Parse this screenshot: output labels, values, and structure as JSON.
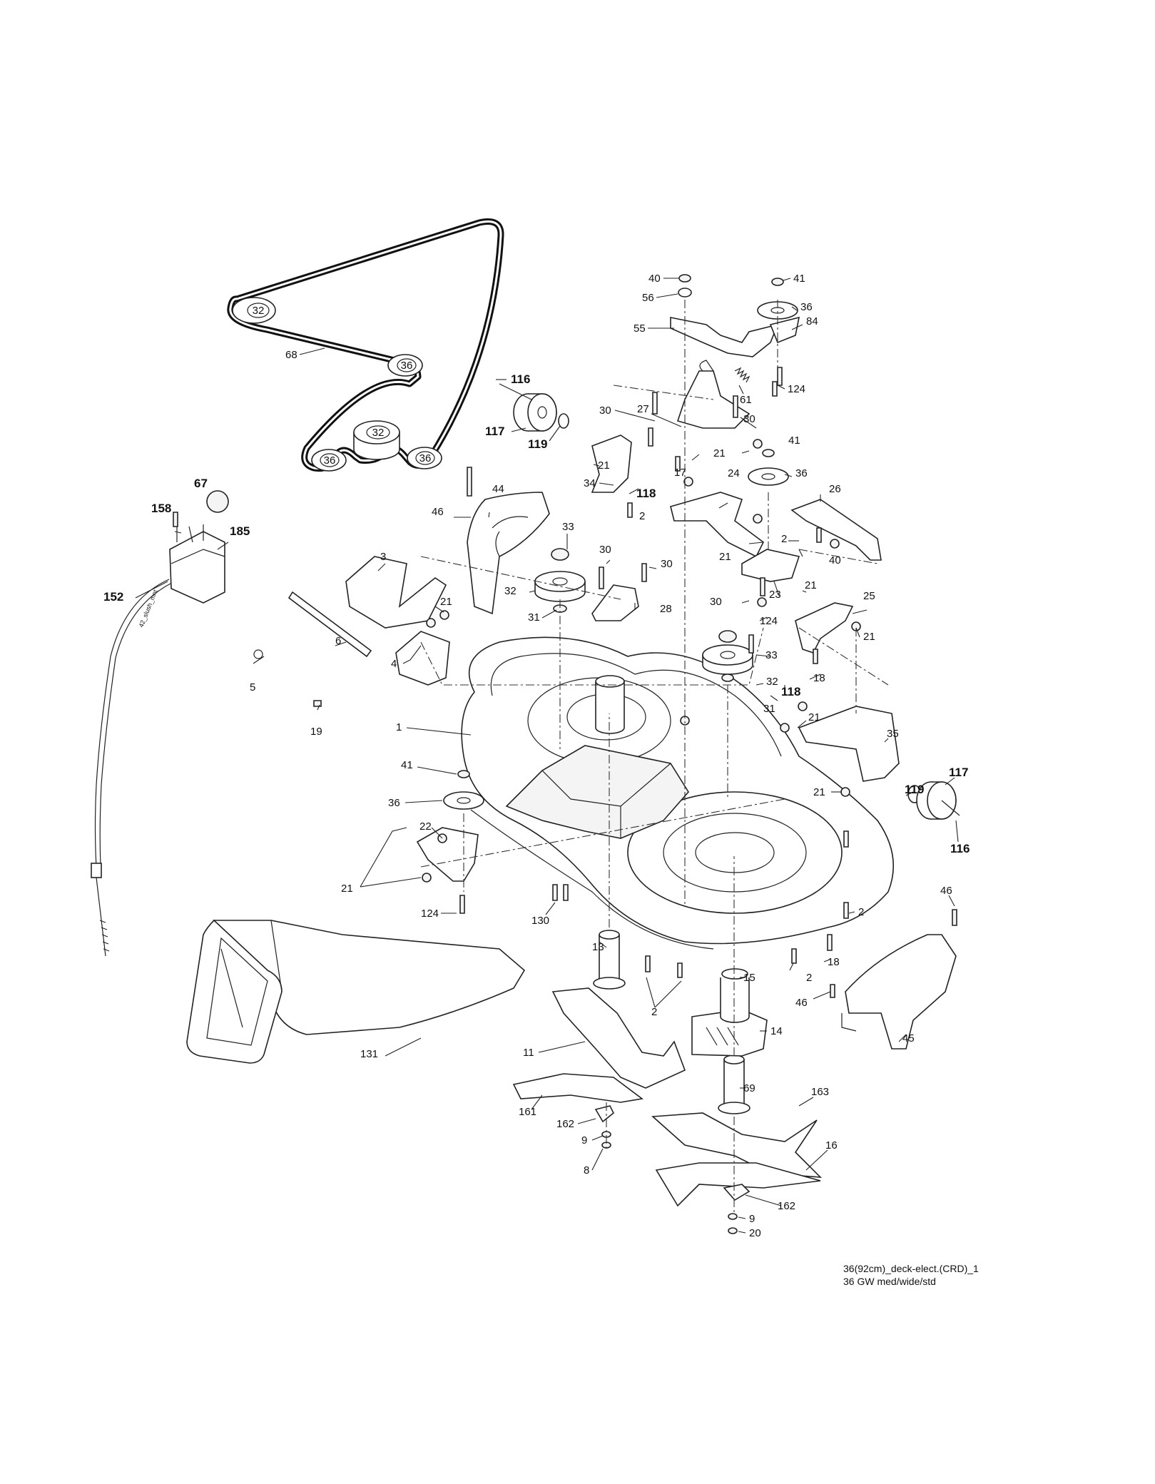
{
  "diagram": {
    "belt_pulley_labels": [
      "32",
      "36",
      "32",
      "36",
      "36"
    ],
    "labels": [
      {
        "id": "40",
        "text": "40"
      },
      {
        "id": "41a",
        "text": "41"
      },
      {
        "id": "56",
        "text": "56"
      },
      {
        "id": "36a",
        "text": "36"
      },
      {
        "id": "84",
        "text": "84"
      },
      {
        "id": "55",
        "text": "55"
      },
      {
        "id": "68",
        "text": "68"
      },
      {
        "id": "61",
        "text": "61"
      },
      {
        "id": "124a",
        "text": "124"
      },
      {
        "id": "116a",
        "text": "116"
      },
      {
        "id": "117a",
        "text": "117"
      },
      {
        "id": "119a",
        "text": "119"
      },
      {
        "id": "30a",
        "text": "30"
      },
      {
        "id": "27",
        "text": "27"
      },
      {
        "id": "30b",
        "text": "30"
      },
      {
        "id": "41b",
        "text": "41"
      },
      {
        "id": "21a",
        "text": "21"
      },
      {
        "id": "17",
        "text": "17"
      },
      {
        "id": "21b",
        "text": "21"
      },
      {
        "id": "36b",
        "text": "36"
      },
      {
        "id": "34",
        "text": "34"
      },
      {
        "id": "118a",
        "text": "118"
      },
      {
        "id": "24",
        "text": "24"
      },
      {
        "id": "67",
        "text": "67"
      },
      {
        "id": "46a",
        "text": "46"
      },
      {
        "id": "44",
        "text": "44"
      },
      {
        "id": "2a",
        "text": "2"
      },
      {
        "id": "26",
        "text": "26"
      },
      {
        "id": "158",
        "text": "158"
      },
      {
        "id": "185",
        "text": "185"
      },
      {
        "id": "33a",
        "text": "33"
      },
      {
        "id": "2b",
        "text": "2"
      },
      {
        "id": "21c",
        "text": "21"
      },
      {
        "id": "40b",
        "text": "40"
      },
      {
        "id": "3",
        "text": "3"
      },
      {
        "id": "30c",
        "text": "30"
      },
      {
        "id": "30d",
        "text": "30"
      },
      {
        "id": "32a",
        "text": "32"
      },
      {
        "id": "28",
        "text": "28"
      },
      {
        "id": "23",
        "text": "23"
      },
      {
        "id": "21d",
        "text": "21"
      },
      {
        "id": "152",
        "text": "152"
      },
      {
        "id": "21e",
        "text": "21"
      },
      {
        "id": "31a",
        "text": "31"
      },
      {
        "id": "30e",
        "text": "30"
      },
      {
        "id": "25",
        "text": "25"
      },
      {
        "id": "124b",
        "text": "124"
      },
      {
        "id": "21f",
        "text": "21"
      },
      {
        "id": "6",
        "text": "6"
      },
      {
        "id": "33b",
        "text": "33"
      },
      {
        "id": "18a",
        "text": "18"
      },
      {
        "id": "5",
        "text": "5"
      },
      {
        "id": "4",
        "text": "4"
      },
      {
        "id": "32b",
        "text": "32"
      },
      {
        "id": "118b",
        "text": "118"
      },
      {
        "id": "31b",
        "text": "31"
      },
      {
        "id": "19",
        "text": "19"
      },
      {
        "id": "21g",
        "text": "21"
      },
      {
        "id": "1",
        "text": "1"
      },
      {
        "id": "35",
        "text": "35"
      },
      {
        "id": "21h",
        "text": "21"
      },
      {
        "id": "119b",
        "text": "119"
      },
      {
        "id": "117b",
        "text": "117"
      },
      {
        "id": "41c",
        "text": "41"
      },
      {
        "id": "36c",
        "text": "36"
      },
      {
        "id": "116b",
        "text": "116"
      },
      {
        "id": "22",
        "text": "22"
      },
      {
        "id": "21i",
        "text": "21"
      },
      {
        "id": "46b",
        "text": "46"
      },
      {
        "id": "124c",
        "text": "124"
      },
      {
        "id": "130",
        "text": "130"
      },
      {
        "id": "2c",
        "text": "2"
      },
      {
        "id": "13",
        "text": "13"
      },
      {
        "id": "15",
        "text": "15"
      },
      {
        "id": "2d",
        "text": "2"
      },
      {
        "id": "18b",
        "text": "18"
      },
      {
        "id": "46c",
        "text": "46"
      },
      {
        "id": "2e",
        "text": "2"
      },
      {
        "id": "14",
        "text": "14"
      },
      {
        "id": "45",
        "text": "45"
      },
      {
        "id": "131",
        "text": "131"
      },
      {
        "id": "11",
        "text": "11"
      },
      {
        "id": "69",
        "text": "69"
      },
      {
        "id": "163",
        "text": "163"
      },
      {
        "id": "161",
        "text": "161"
      },
      {
        "id": "162a",
        "text": "162"
      },
      {
        "id": "9a",
        "text": "9"
      },
      {
        "id": "8",
        "text": "8"
      },
      {
        "id": "16",
        "text": "16"
      },
      {
        "id": "162b",
        "text": "162"
      },
      {
        "id": "9b",
        "text": "9"
      },
      {
        "id": "20",
        "text": "20"
      }
    ],
    "cable_marking": "42_slush_mnt"
  },
  "footer": {
    "line1": "36(92cm)_deck-elect.(CRD)_1",
    "line2": "36 GW med/wide/std"
  }
}
